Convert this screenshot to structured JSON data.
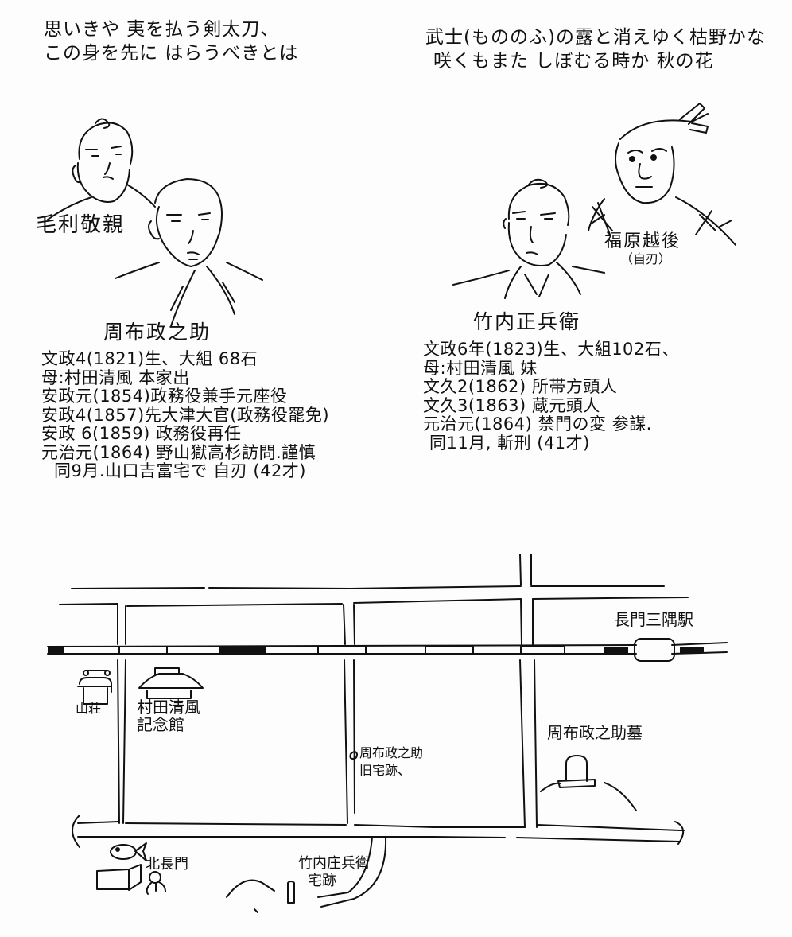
{
  "poems": {
    "left": {
      "line1": "思いきや 夷を払う剣太刀、",
      "line2": "この身を先に はらうべきとは"
    },
    "right": {
      "line1": "武士(もののふ)の露と消えゆく枯野かな",
      "line2": "咲くもまた しぼむる時か 秋の花"
    }
  },
  "portraits": {
    "mori": {
      "name": "毛利敬親"
    },
    "sufu": {
      "name": "周布政之助"
    },
    "takeuchi": {
      "name": "竹内正兵衛"
    },
    "fukuhara": {
      "name": "福原越後",
      "note": "（自刃）"
    }
  },
  "bios": {
    "sufu": {
      "lines": [
        "文政4(1821)生、大組 68石",
        "母:村田清風 本家出",
        "安政元(1854)政務役兼手元座役",
        "安政4(1857)先大津大官(政務役罷免)",
        "安政 6(1859) 政務役再任",
        "元治元(1864) 野山獄高杉訪問.謹慎",
        "同9月.山口吉富宅で 自刃 (42才)"
      ]
    },
    "takeuchi": {
      "lines": [
        "文政6年(1823)生、大組102石、",
        "母:村田清風 妹",
        "文久2(1862) 所帯方頭人",
        "文久3(1863) 蔵元頭人",
        "元治元(1864) 禁門の変 参謀.",
        "同11月, 斬刑 (41才)"
      ]
    }
  },
  "map": {
    "labels": {
      "station": "長門三隅駅",
      "sanso": "山荘",
      "kinenkan_1": "村田清風",
      "kinenkan_2": "記念館",
      "sufu_house_1": "周布政之助",
      "sufu_house_2": "旧宅跡、",
      "sufu_grave": "周布政之助墓",
      "kitanagato": "北長門",
      "takeuchi_house_1": "竹内庄兵衛",
      "takeuchi_house_2": "宅跡"
    },
    "icons": [
      "station-icon",
      "building-icon",
      "museum-icon",
      "grave-monument-icon",
      "stone-marker-icon",
      "fish-icon",
      "octopus-icon"
    ]
  }
}
